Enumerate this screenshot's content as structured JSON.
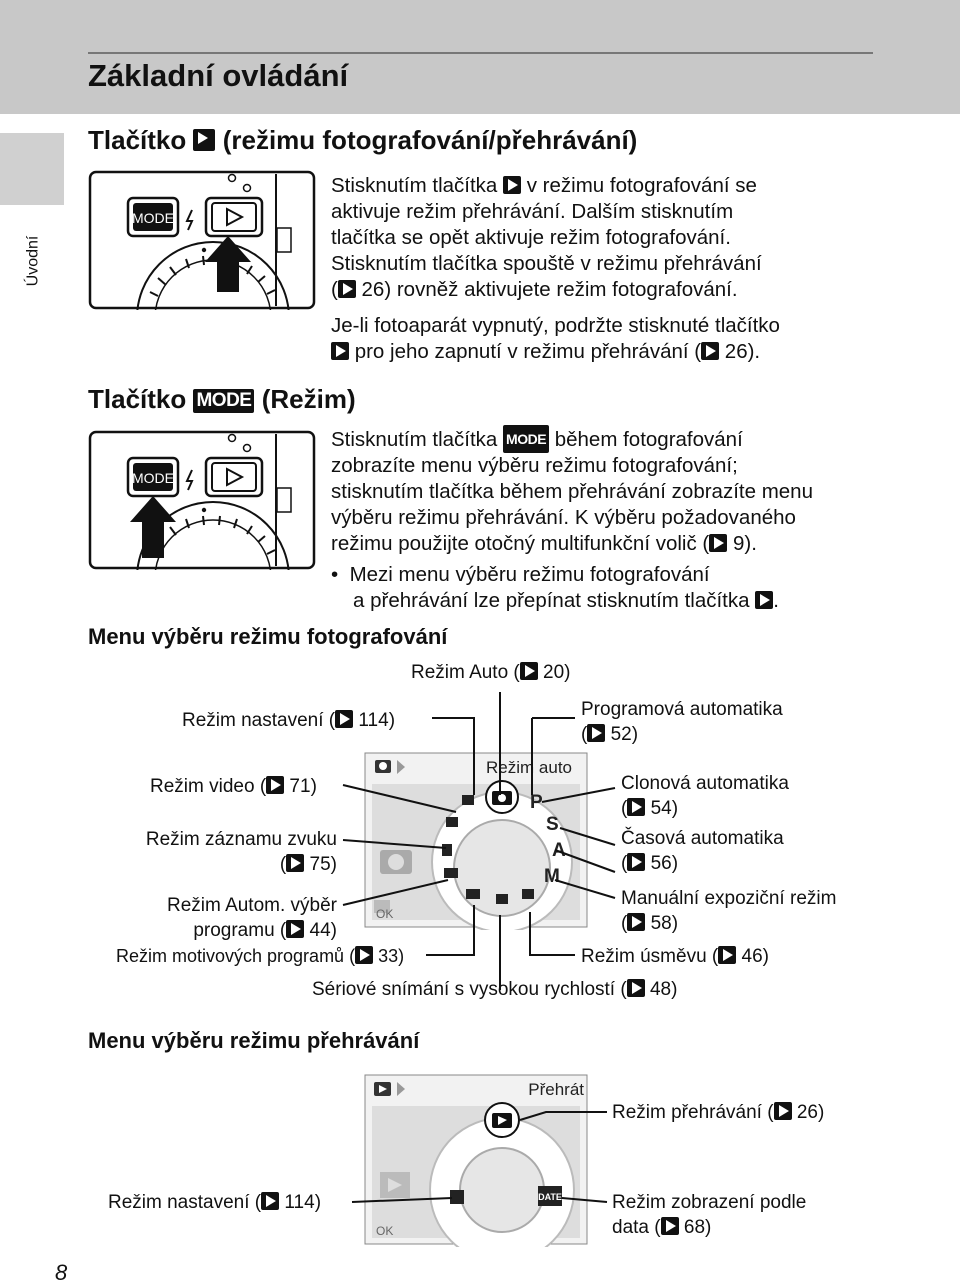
{
  "header": {
    "title": "Základní ovládání"
  },
  "side_tab": {
    "label": "Úvodní"
  },
  "section1": {
    "title_prefix": "Tlačítko",
    "title_suffix": "(režimu fotografování/přehrávání)",
    "text": [
      [
        "Stisknutím tlačítka ",
        "play-icon",
        " v režimu fotografování se"
      ],
      [
        "aktivuje režim přehrávání. Dalším stisknutím"
      ],
      [
        "tlačítka se opět aktivuje režim fotografování."
      ],
      [
        "Stisknutím tlačítka spouště v režimu přehrávání"
      ],
      [
        "(",
        "ref-icon",
        " 26) rovněž aktivujete režim fotografování."
      ]
    ],
    "text2": [
      [
        "Je-li fotoaparát vypnutý, podržte stisknuté tlačítko"
      ],
      [
        "play-icon",
        " pro jeho zapnutí v režimu přehrávání (",
        "ref-icon",
        " 26)."
      ]
    ]
  },
  "section2": {
    "title_prefix": "Tlačítko",
    "mode_label": "MODE",
    "title_suffix": "(Režim)",
    "text": [
      [
        "Stisknutím tlačítka ",
        "mode-icon",
        " během fotografování"
      ],
      [
        "zobrazíte menu výběru režimu fotografování;"
      ],
      [
        "stisknutím tlačítka během přehrávání zobrazíte menu"
      ],
      [
        "výběru režimu přehrávání. K výběru požadovaného"
      ],
      [
        "režimu použijte otočný multifunkční volič (",
        "ref-icon",
        " 9)."
      ]
    ],
    "bullet": [
      [
        "Mezi menu výběru režimu fotografování"
      ],
      [
        "a přehrávání lze přepínat stisknutím tlačítka ",
        "play-icon",
        "."
      ]
    ]
  },
  "camera": {
    "mode_button": "MODE"
  },
  "shoot_menu": {
    "title": "Menu výběru režimu fotografování",
    "screen_label": "Režim auto",
    "callouts": {
      "auto": "Režim Auto (",
      "auto_ref": " 20)",
      "setup": "Režim nastavení (",
      "setup_ref": " 114)",
      "program1": "Programová automatika",
      "program2": "(",
      "program_ref": " 52)",
      "video": "Režim video (",
      "video_ref": " 71)",
      "aperture1": "Clonová automatika",
      "aperture2": "(",
      "aperture_ref": " 54)",
      "voice1": "Režim záznamu zvuku",
      "voice2": "(",
      "voice_ref": " 75)",
      "shutter1": "Časová automatika",
      "shutter2": "(",
      "shutter_ref": " 56)",
      "autoscene1": "Režim Autom. výběr",
      "autoscene2": "programu (",
      "autoscene_ref": " 44)",
      "manual1": "Manuální expoziční režim",
      "manual2": "(",
      "manual_ref": " 58)",
      "scene": "Režim motivových programů (",
      "scene_ref": " 33)",
      "smile": "Režim úsměvu (",
      "smile_ref": " 46)",
      "burst": "Sériové snímání s vysokou rychlostí (",
      "burst_ref": " 48)"
    },
    "dial_letters": [
      "P",
      "S",
      "A",
      "M"
    ],
    "ok": "OK"
  },
  "play_menu": {
    "title": "Menu výběru režimu přehrávání",
    "screen_label": "Přehrát",
    "callouts": {
      "play": "Režim přehrávání (",
      "play_ref": " 26)",
      "setup": "Režim nastavení (",
      "setup_ref": " 114)",
      "date1": "Režim zobrazení podle",
      "date2": "data (",
      "date_ref": " 68)"
    },
    "date_icon": "DATE",
    "ok": "OK"
  },
  "page_number": "8"
}
